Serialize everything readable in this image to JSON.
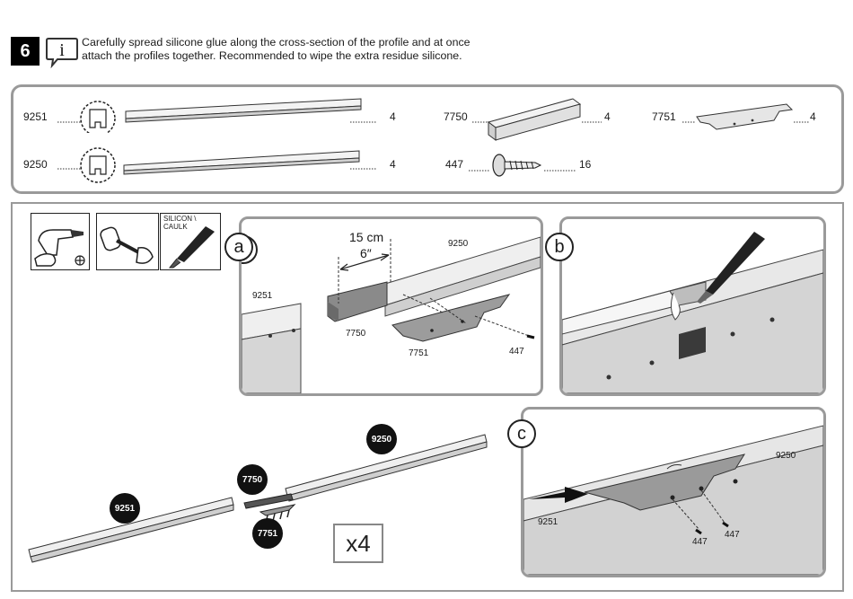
{
  "step": {
    "number": "6",
    "instruction_line1": "Carefully spread silicone glue along the cross-section of the profile and at once",
    "instruction_line2": "attach the profiles together. Recommended to wipe the extra residue silicone."
  },
  "parts": [
    {
      "id": "9251",
      "qty": "4"
    },
    {
      "id": "9250",
      "qty": "4"
    },
    {
      "id": "7750",
      "qty": "4"
    },
    {
      "id": "447",
      "qty": "16"
    },
    {
      "id": "7751",
      "qty": "4"
    }
  ],
  "tools": {
    "silicon_label_line1": "SILICON \\",
    "silicon_label_line2": "CAULK"
  },
  "panel_a": {
    "label": "a",
    "dim_cm": "15 cm",
    "dim_in": "6″",
    "part_9250": "9250",
    "part_9251": "9251",
    "part_7750": "7750",
    "part_7751": "7751",
    "part_447": "447"
  },
  "panel_b": {
    "label": "b"
  },
  "panel_c": {
    "label": "c",
    "part_9250": "9250",
    "part_9251": "9251",
    "part_447_a": "447",
    "part_447_b": "447"
  },
  "overview": {
    "badge_9251": "9251",
    "badge_7750": "7750",
    "badge_7751": "7751",
    "badge_9250": "9250",
    "multiplier": "x4"
  }
}
